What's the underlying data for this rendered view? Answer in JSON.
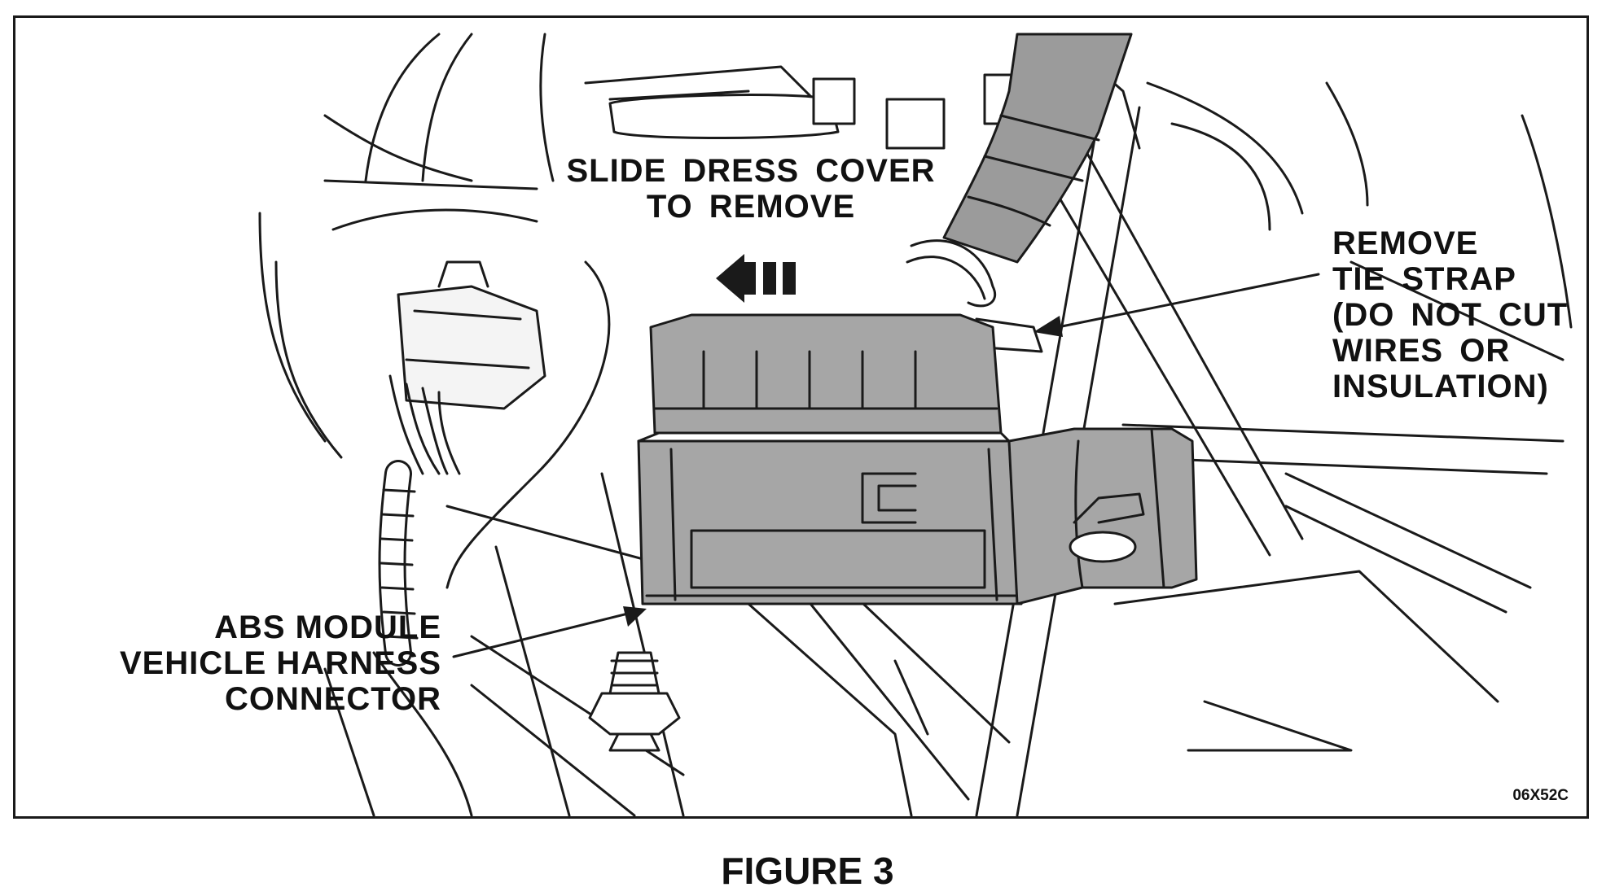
{
  "callouts": {
    "slide_cover": "SLIDE DRESS COVER\nTO REMOVE",
    "tie_strap": "REMOVE\nTIE STRAP\n(DO NOT CUT\nWIRES OR\nINSULATION)",
    "abs_connector": "ABS MODULE\nVEHICLE HARNESS\nCONNECTOR"
  },
  "drawing_code": "06X52C",
  "figure_caption": "FIGURE 3",
  "colors": {
    "line": "#1a1a1a",
    "module_fill": "#a6a6a6",
    "module_dark": "#8a8a8a",
    "harness_fill": "#9b9b9b"
  }
}
